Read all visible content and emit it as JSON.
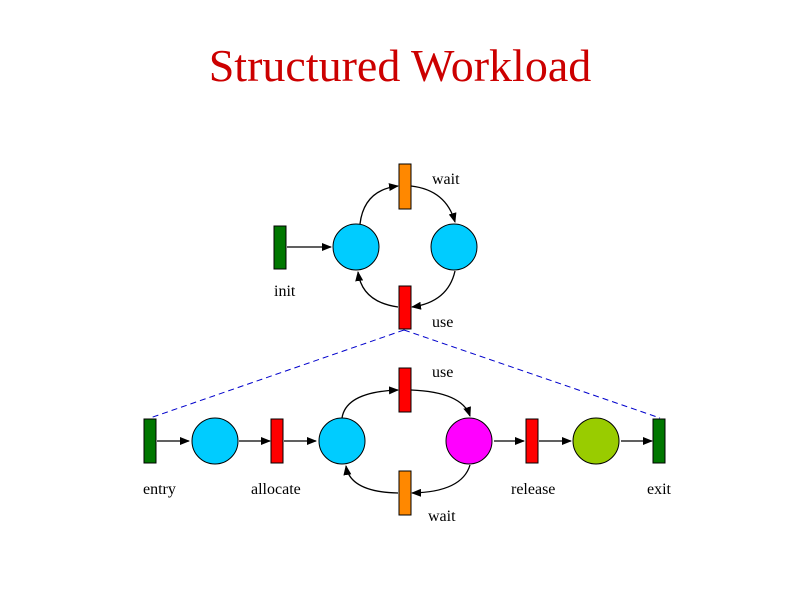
{
  "title": "Structured Workload",
  "colors": {
    "title": "#cc0000",
    "place_blue": "#00ccff",
    "place_magenta": "#ff00ff",
    "place_green": "#99cc00",
    "transition_green": "#007700",
    "transition_orange": "#ff8800",
    "transition_red": "#ff0000",
    "dashed_line": "#0000cc"
  },
  "top_net": {
    "transitions": [
      {
        "id": "init",
        "label": "init",
        "color": "green"
      },
      {
        "id": "wait",
        "label": "wait",
        "color": "orange"
      },
      {
        "id": "use",
        "label": "use",
        "color": "red"
      }
    ],
    "places": [
      {
        "id": "p1",
        "color": "blue"
      },
      {
        "id": "p2",
        "color": "blue"
      }
    ]
  },
  "bottom_net": {
    "transitions": [
      {
        "id": "entry",
        "label": "entry",
        "color": "green"
      },
      {
        "id": "allocate",
        "label": "allocate",
        "color": "red"
      },
      {
        "id": "use",
        "label": "use",
        "color": "red"
      },
      {
        "id": "wait",
        "label": "wait",
        "color": "orange"
      },
      {
        "id": "release",
        "label": "release",
        "color": "red"
      },
      {
        "id": "exit",
        "label": "exit",
        "color": "green"
      }
    ],
    "places": [
      {
        "id": "q1",
        "color": "blue"
      },
      {
        "id": "q2",
        "color": "blue"
      },
      {
        "id": "q3",
        "color": "magenta"
      },
      {
        "id": "q4",
        "color": "green"
      }
    ]
  }
}
